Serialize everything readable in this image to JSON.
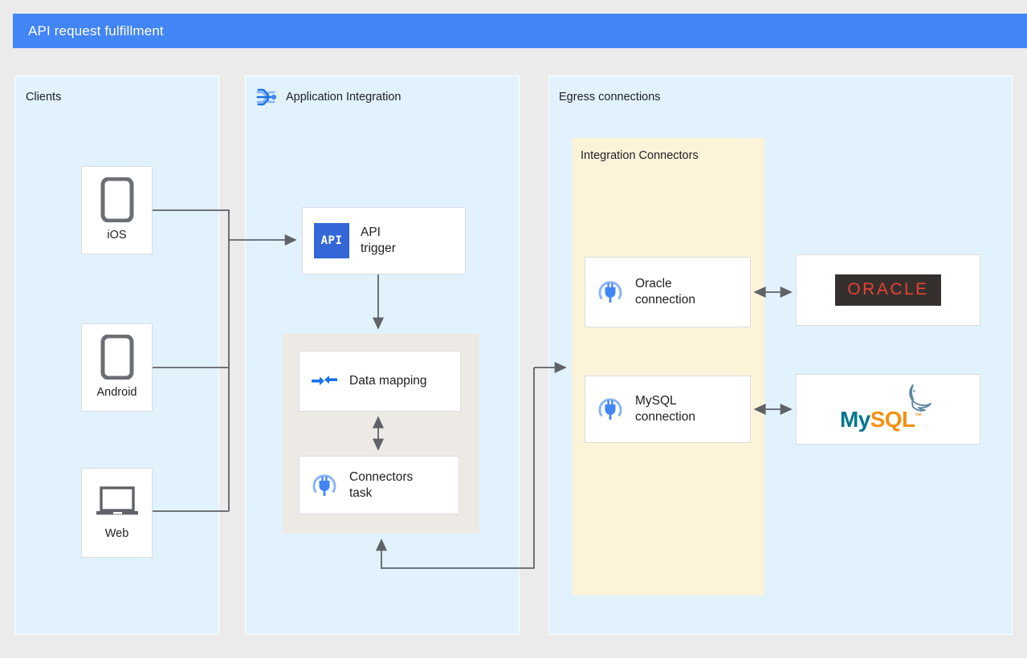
{
  "header": {
    "title": "API request fulfillment",
    "color": "#4285f4"
  },
  "panels": {
    "clients": {
      "title": "Clients",
      "color": "#e1f2fd"
    },
    "application_integration": {
      "title": "Application Integration",
      "color": "#e1f2fd",
      "icon": "application-integration-icon"
    },
    "egress": {
      "title": "Egress connections",
      "color": "#e1f2fd"
    },
    "integration_connectors": {
      "title": "Integration Connectors",
      "color": "#fdf3d9"
    }
  },
  "clients": [
    {
      "label": "iOS",
      "icon": "mobile-phone-icon"
    },
    {
      "label": "Android",
      "icon": "mobile-phone-icon"
    },
    {
      "label": "Web",
      "icon": "laptop-icon"
    }
  ],
  "integration_tasks": {
    "api_trigger": {
      "label": "API\ntrigger",
      "icon": "api-badge-icon",
      "badge_text": "API",
      "badge_color": "#3367d6"
    },
    "data_mapping": {
      "label": "Data mapping",
      "icon": "data-mapping-arrows-icon"
    },
    "connectors_task": {
      "label": "Connectors\ntask",
      "icon": "connector-plug-icon"
    }
  },
  "connections": [
    {
      "label": "Oracle\nconnection",
      "icon": "connector-plug-icon"
    },
    {
      "label": "MySQL\nconnection",
      "icon": "connector-plug-icon"
    }
  ],
  "backends": [
    {
      "name": "ORACLE",
      "icon": "oracle-logo",
      "text_color": "#e8422f",
      "bg_color": "#35302e"
    },
    {
      "name": "MySQL",
      "icon": "mysql-logo",
      "word_primary": "My",
      "word_secondary": "SQL",
      "trademark": "™",
      "primary_color": "#00758f",
      "secondary_color": "#f29111"
    }
  ],
  "colors": {
    "page_background": "#ebebec",
    "panel_blue": "#e1f2fd",
    "connectors_cream": "#fdf3d9",
    "task_group_grey": "#edeae6",
    "wire": "#5f6368",
    "accent_blue": "#4285f4"
  }
}
